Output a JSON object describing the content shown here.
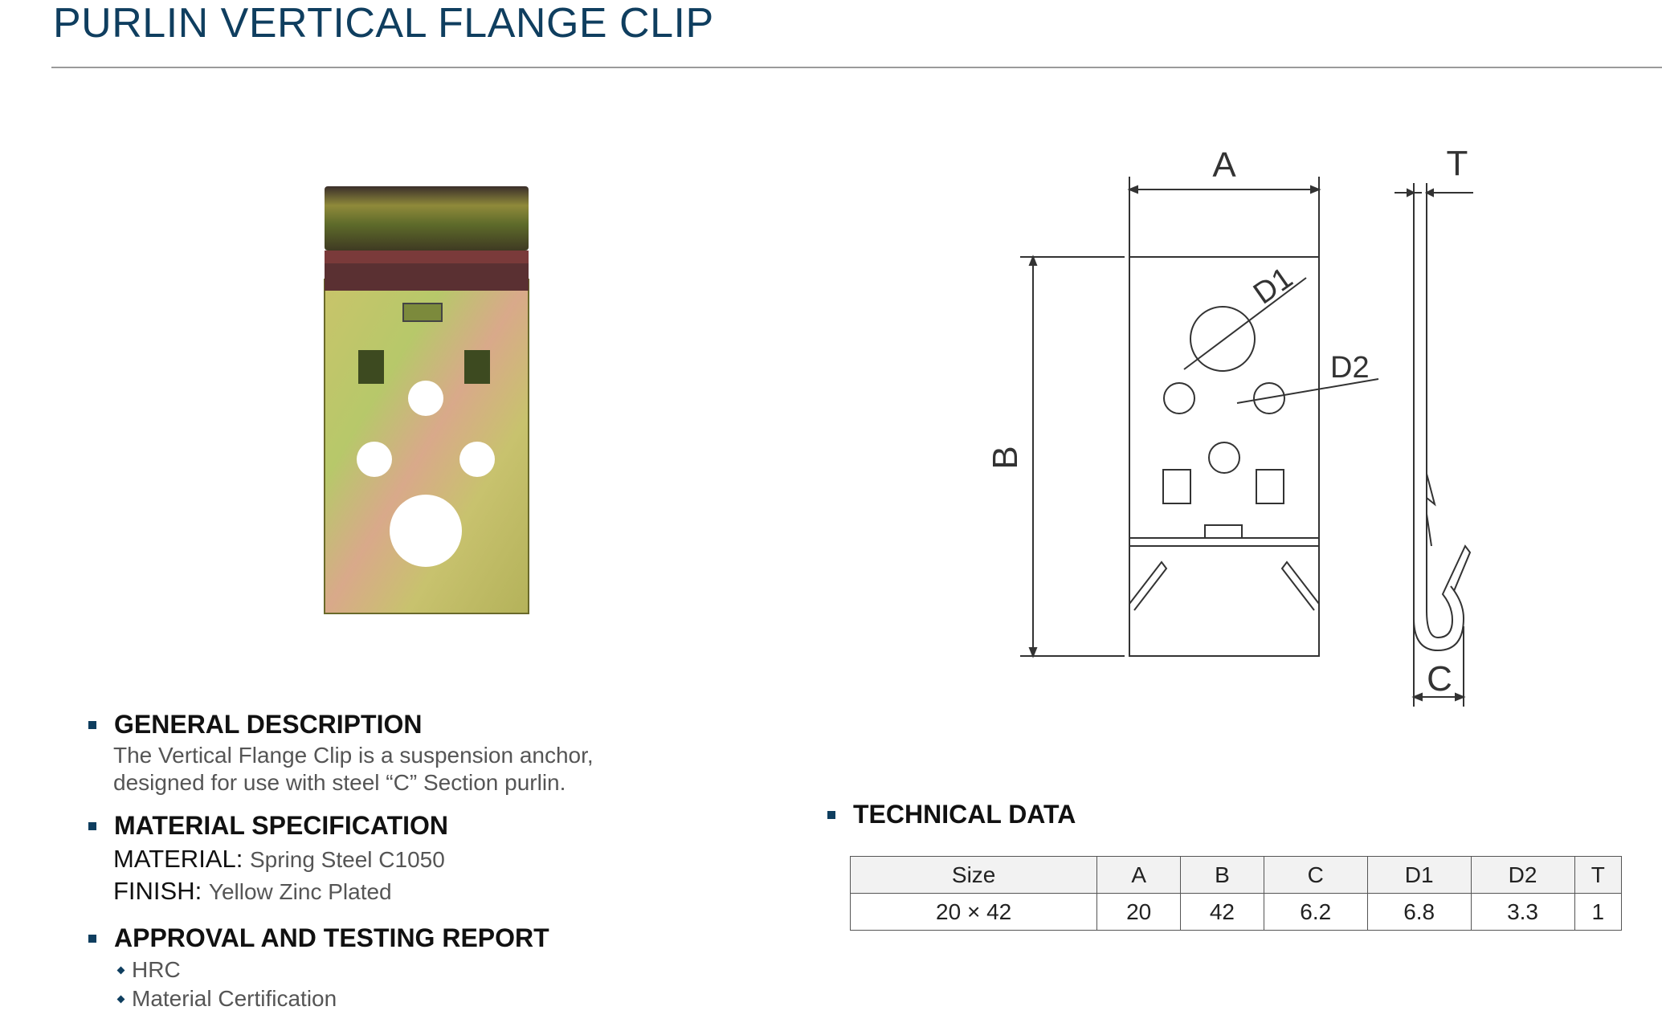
{
  "header": {
    "title": "PURLIN VERTICAL FLANGE CLIP"
  },
  "diagram": {
    "label_a": "A",
    "label_b": "B",
    "label_c": "C",
    "label_d1": "D1",
    "label_d2": "D2",
    "label_t": "T"
  },
  "general": {
    "heading": "GENERAL DESCRIPTION",
    "line1": "The Vertical Flange Clip is a suspension anchor,",
    "line2": "designed for use with steel “C” Section purlin."
  },
  "material": {
    "heading": "MATERIAL SPECIFICATION",
    "material_label": "MATERIAL:",
    "material_value": "Spring Steel C1050",
    "finish_label": "FINISH:",
    "finish_value": "Yellow Zinc Plated"
  },
  "approval": {
    "heading": "APPROVAL AND TESTING REPORT",
    "items": [
      "HRC",
      "Material Certification"
    ]
  },
  "technical": {
    "heading": "TECHNICAL DATA",
    "columns": [
      "Size",
      "A",
      "B",
      "C",
      "D1",
      "D2",
      "T"
    ],
    "row": [
      "20 × 42",
      "20",
      "42",
      "6.2",
      "6.8",
      "3.3",
      "1"
    ]
  },
  "colors": {
    "title": "#0f3e5f",
    "bullet": "#0f3e5f"
  }
}
